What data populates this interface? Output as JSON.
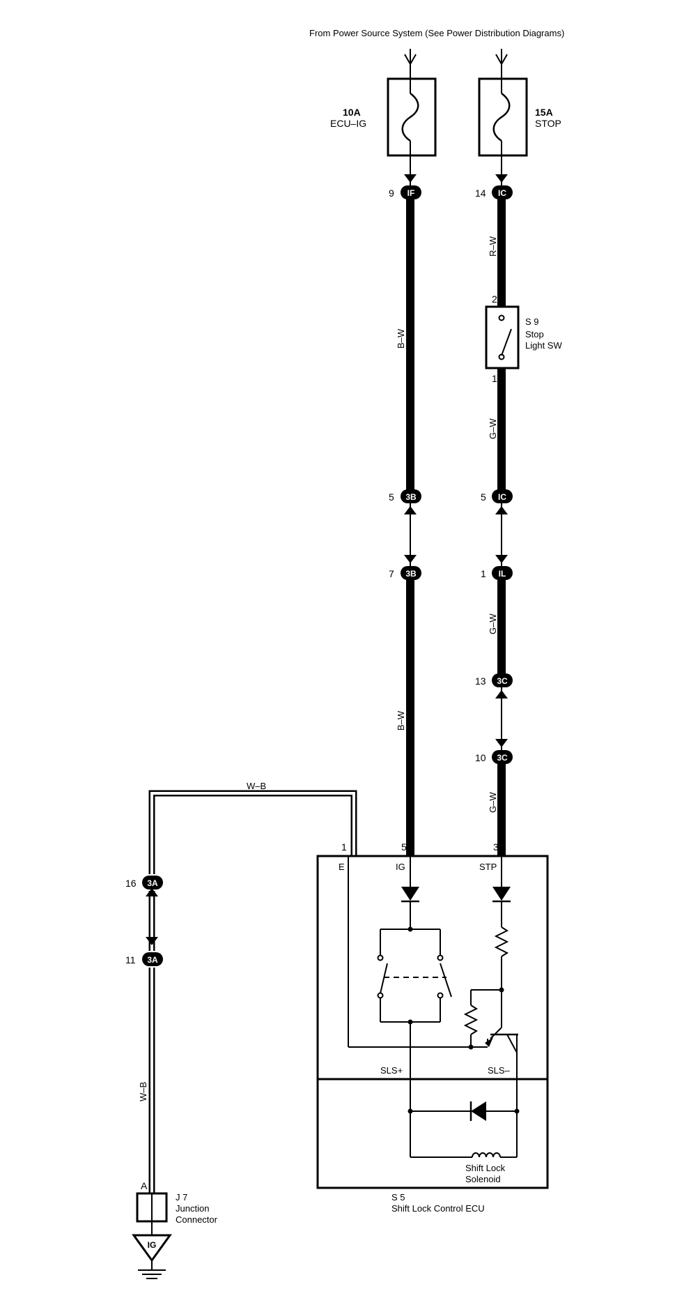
{
  "header": {
    "source_label": "From Power Source System (See Power Distribution Diagrams)"
  },
  "fuses": [
    {
      "rating": "10A",
      "name": "ECU–IG"
    },
    {
      "rating": "15A",
      "name": "STOP"
    }
  ],
  "connectors": [
    {
      "pin": "9",
      "code": "IF"
    },
    {
      "pin": "14",
      "code": "IC"
    },
    {
      "pin": "5",
      "code": "3B"
    },
    {
      "pin": "5",
      "code": "IC"
    },
    {
      "pin": "7",
      "code": "3B"
    },
    {
      "pin": "1",
      "code": "IL"
    },
    {
      "pin": "13",
      "code": "3C"
    },
    {
      "pin": "10",
      "code": "3C"
    },
    {
      "pin": "16",
      "code": "3A"
    },
    {
      "pin": "11",
      "code": "3A"
    }
  ],
  "wires": {
    "left_upper": "B–W",
    "left_lower": "B–W",
    "right_top": "R–W",
    "right_mid": "G–W",
    "right_lower1": "G–W",
    "right_lower2": "G–W",
    "ground_horizontal": "W–B",
    "ground_vertical": "W–B"
  },
  "stop_switch": {
    "id": "S 9",
    "name_line1": "Stop",
    "name_line2": "Light SW",
    "pin_top": "2",
    "pin_bottom": "1"
  },
  "ecu": {
    "id": "S 5",
    "name": "Shift Lock Control ECU",
    "pins": {
      "e_pin": "1",
      "ig_pin": "5",
      "stp_pin": "3"
    },
    "terminals": {
      "e": "E",
      "ig": "IG",
      "stp": "STP",
      "sls_plus": "SLS+",
      "sls_minus": "SLS–"
    },
    "solenoid_line1": "Shift Lock",
    "solenoid_line2": "Solenoid"
  },
  "junction": {
    "pin": "A",
    "id": "J 7",
    "name_line1": "Junction",
    "name_line2": "Connector",
    "ground_code": "IG"
  }
}
